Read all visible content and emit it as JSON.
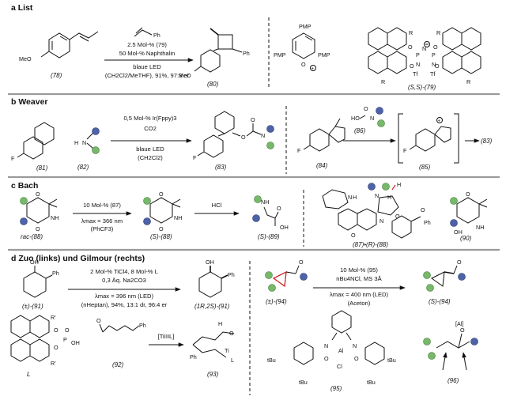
{
  "sections": {
    "a": {
      "header": "a List"
    },
    "b": {
      "header": "b Weaver"
    },
    "c": {
      "header": "c Bach"
    },
    "d": {
      "header": "d Zuo (links) und Gilmour (rechts)"
    }
  },
  "compounds": {
    "c78": "(78)",
    "c80": "(80)",
    "c79": "(S,S)-(79)",
    "c81": "(81)",
    "c82": "(82)",
    "c83": "(83)",
    "c84": "(84)",
    "c85": "(85)",
    "c86": "(86)",
    "c83b": "(83)",
    "c88": "rac-(88)",
    "c88s": "(S)-(88)",
    "c89": "(S)-(89)",
    "c8788": "(87)•(R)-(88)",
    "c90": "(90)",
    "c91": "(±)-(91)",
    "c91p": "(1R,2S)-(91)",
    "cL": "L",
    "c92": "(92)",
    "c93": "(93)",
    "c94": "(±)-(94)",
    "c94p": "(S)-(94)",
    "c95": "(95)",
    "c96": "(96)"
  },
  "conditions": {
    "a": [
      "2.5 Mol-% (79)",
      "50 Mol-% Naphthalin",
      "blaue LED",
      "(CH2Cl2/MeTHF), 91%, 97:3 er"
    ],
    "b": [
      "0,5 Mol-% Ir(Fppy)3",
      "CO2",
      "blaue LED",
      "(CH2Cl2)"
    ],
    "c1": [
      "10 Mol-% (87)",
      "λmax = 366 nm",
      "(PhCF3)"
    ],
    "c2": [
      "HCl"
    ],
    "d1": [
      "2 Mol-% TiCl4, 8 Mol-% L",
      "0,3 Äq. Na2CO3",
      "λmax = 396 nm (LED)",
      "(nHeptan), 94%, 13:1 dr, 96:4 er"
    ],
    "d2": [
      "10 Mol-% (95)",
      "nBu4NCl, MS 3Å",
      "λmax = 400 nm (LED)",
      "(Aceton)"
    ],
    "d3": [
      "[TiIIIL]"
    ]
  },
  "atoms": {
    "MeO": "MeO",
    "Ph": "Ph",
    "PMP": "PMP",
    "O": "O",
    "R": "R",
    "P": "P",
    "N": "N",
    "Tf": "Tf",
    "F": "F",
    "H": "H",
    "HO": "HO",
    "OH": "OH",
    "NH": "NH",
    "Ti": "Ti",
    "Al": "Al",
    "Cl": "Cl",
    "tBu": "tBu",
    "Rp": "R'",
    "AlBr": "[Al]",
    "L": "L"
  },
  "colors": {
    "blue": "#4e62a8",
    "green": "#78b86a",
    "highlight": "#d22222",
    "separator": "#9a9a9a"
  }
}
